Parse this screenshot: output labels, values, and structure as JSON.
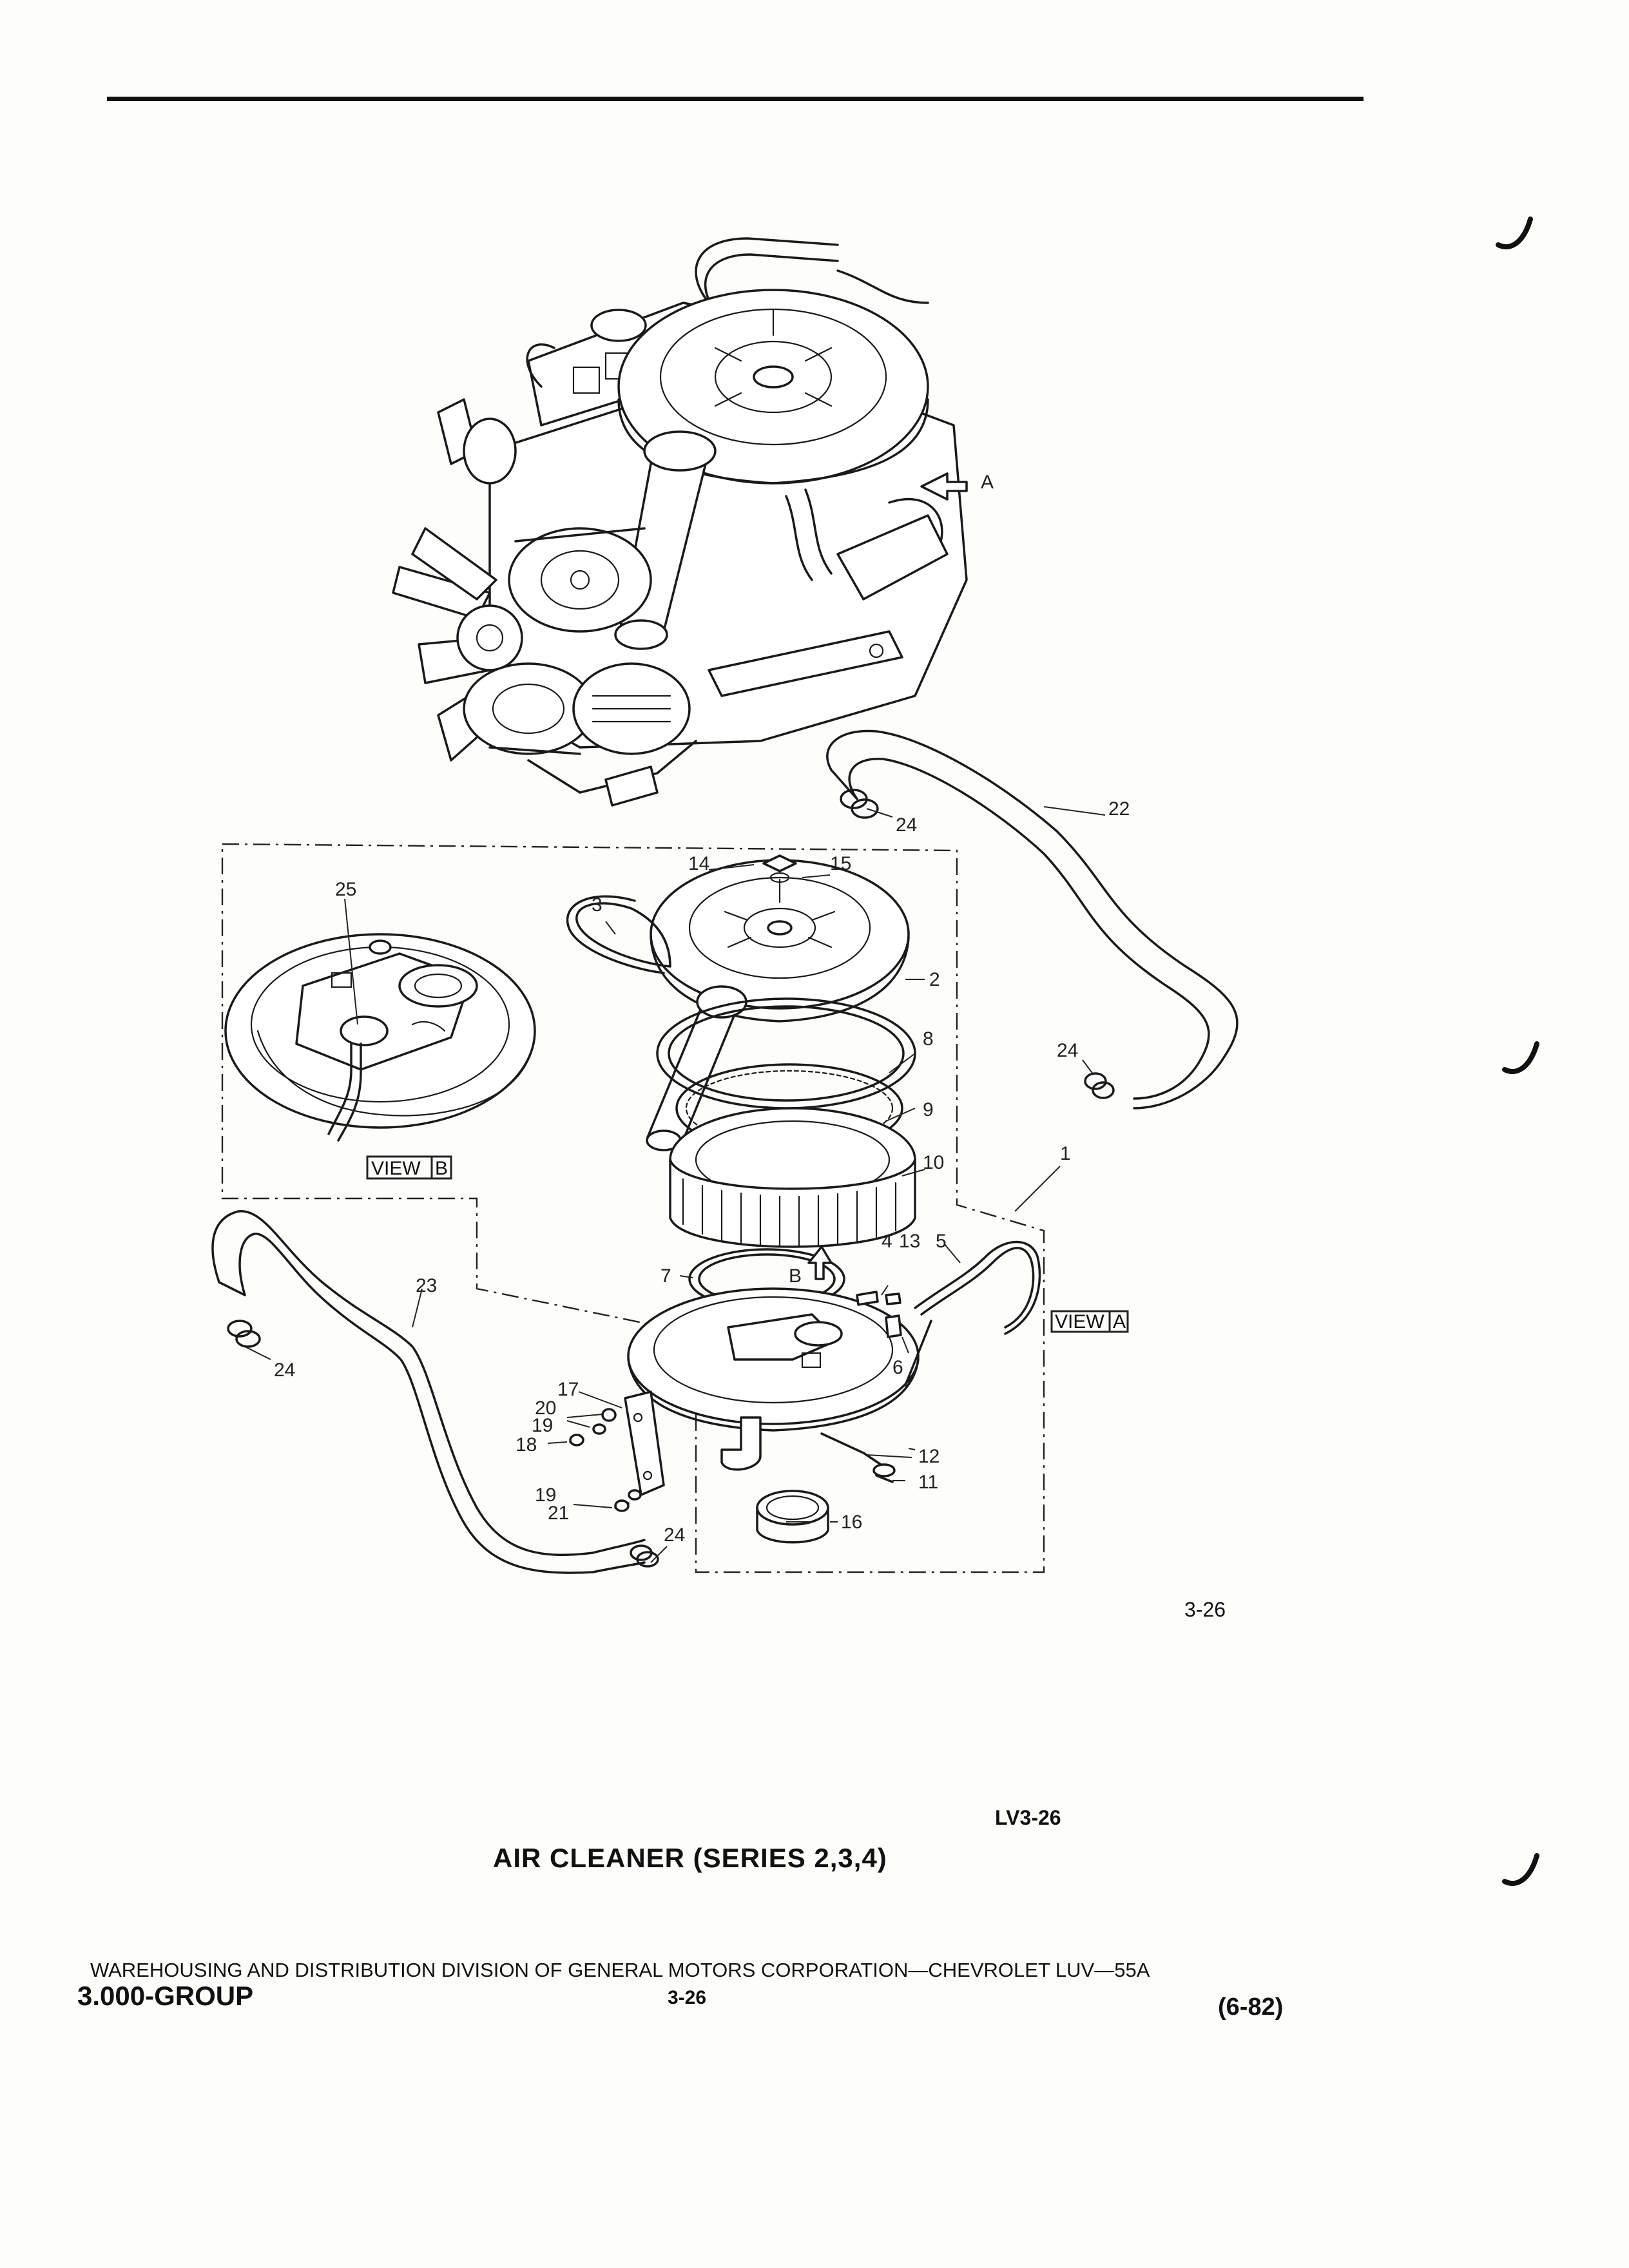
{
  "figure": {
    "number": "3-26",
    "page_ref": "LV3-26",
    "title": "AIR CLEANER (SERIES 2,3,4)"
  },
  "views": {
    "view_a": "VIEW A",
    "view_b": "VIEW B",
    "view_a_word": "VIEW",
    "view_a_letter": "A",
    "view_b_word": "VIEW",
    "view_b_letter": "B",
    "arrow_a": "A",
    "arrow_b": "B"
  },
  "callouts": [
    "1",
    "2",
    "3",
    "4",
    "5",
    "6",
    "7",
    "8",
    "9",
    "10",
    "11",
    "12",
    "13",
    "14",
    "15",
    "16",
    "17",
    "18",
    "19",
    "19",
    "20",
    "21",
    "22",
    "23",
    "24",
    "24",
    "24",
    "24",
    "25"
  ],
  "footer": {
    "line": "WAREHOUSING AND DISTRIBUTION  DIVISION OF GENERAL MOTORS CORPORATION—CHEVROLET LUV—55A",
    "group": "3.000-GROUP",
    "page": "3-26",
    "edition": "(6-82)"
  }
}
